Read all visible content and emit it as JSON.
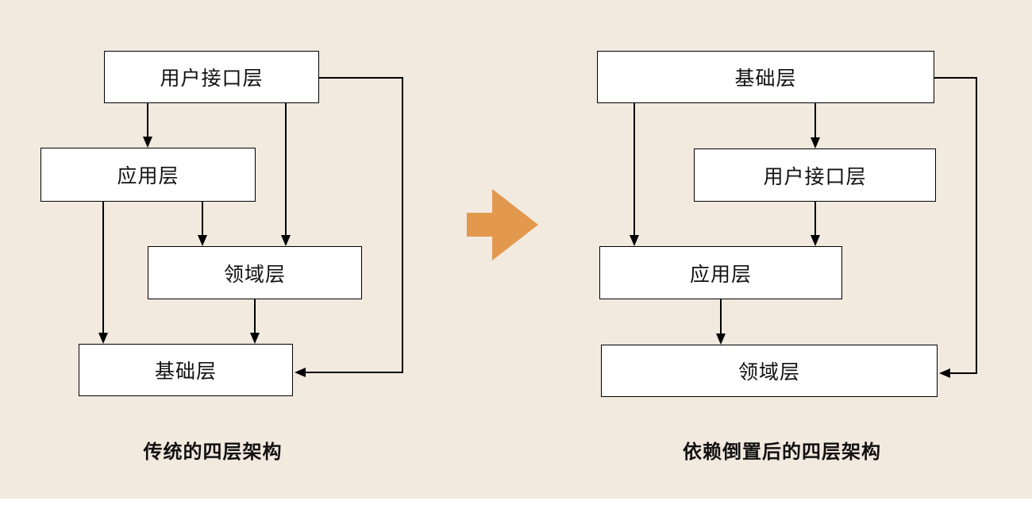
{
  "canvas": {
    "background_color": "#F2E9DF",
    "box_fill_color": "#FFFFFF",
    "box_border_color": "#000000",
    "connector_color": "#000000",
    "text_color": "#111111"
  },
  "transform_arrow": {
    "meaning": "transforms-into",
    "color": "#E2994D"
  },
  "left_diagram": {
    "caption": "传统的四层架构",
    "nodes": [
      {
        "id": "ui",
        "label": "用户接口层"
      },
      {
        "id": "app",
        "label": "应用层"
      },
      {
        "id": "domain",
        "label": "领域层"
      },
      {
        "id": "infra",
        "label": "基础层"
      }
    ],
    "edges": [
      {
        "from": "用户接口层",
        "to": "应用层"
      },
      {
        "from": "用户接口层",
        "to": "领域层"
      },
      {
        "from": "用户接口层",
        "to": "基础层"
      },
      {
        "from": "应用层",
        "to": "领域层"
      },
      {
        "from": "应用层",
        "to": "基础层"
      },
      {
        "from": "领域层",
        "to": "基础层"
      }
    ]
  },
  "right_diagram": {
    "caption": "依赖倒置后的四层架构",
    "nodes": [
      {
        "id": "infra",
        "label": "基础层"
      },
      {
        "id": "ui",
        "label": "用户接口层"
      },
      {
        "id": "app",
        "label": "应用层"
      },
      {
        "id": "domain",
        "label": "领域层"
      }
    ],
    "edges": [
      {
        "from": "基础层",
        "to": "用户接口层"
      },
      {
        "from": "基础层",
        "to": "应用层"
      },
      {
        "from": "基础层",
        "to": "领域层"
      },
      {
        "from": "用户接口层",
        "to": "应用层"
      },
      {
        "from": "应用层",
        "to": "领域层"
      }
    ]
  }
}
